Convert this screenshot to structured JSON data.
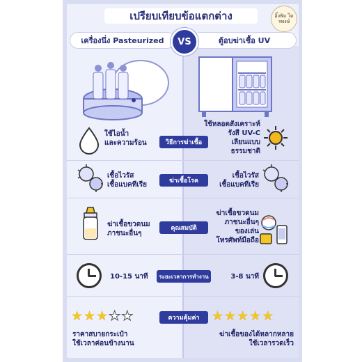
{
  "title": "เปรียบเทียบข้อแตกต่าง",
  "logo_text": "อิ๊งพิม ไตรพงษ์",
  "vs_label": "VS",
  "left_header": "เครื่องนึ่ง Pasteurized",
  "right_header": "ตู้อบฆ่าเชื้อ UV",
  "rows": [
    {
      "category": "วิธีการฆ่าเชื้อ",
      "left": [
        "ใช้ไอน้ำ",
        "และความร้อน"
      ],
      "right": [
        "ใช้หลอดสังเคราะห์",
        "รังสี UV-C",
        "เลียนแบบ",
        "ธรรมชาติ"
      ],
      "left_icon": "water-drop-icon",
      "right_icon": "sun-icon"
    },
    {
      "category": "ฆ่าเชื้อโรค",
      "left": [
        "เชื้อไวรัส",
        "เชื้อแบคทีเรีย"
      ],
      "right": [
        "เชื้อไวรัส",
        "เชื้อแบคทีเรีย"
      ],
      "left_icon": "germs-icon",
      "right_icon": "germs-icon"
    },
    {
      "category": "คุณสมบัติ",
      "left": [
        "ฆ่าเชื้อขวดนม",
        "ภาชนะอื่นๆ"
      ],
      "right": [
        "ฆ่าเชื้อขวดนม",
        "ภาชนะอื่นๆ",
        "ของเล่น",
        "โทรศัพท์มือถือ"
      ],
      "left_icon": "baby-bottle-icon",
      "right_icon": "toys-phone-icon"
    },
    {
      "category": "ระยะเวลาการทำงาน",
      "left": [
        "10-15 นาที"
      ],
      "right": [
        "3-8 นาที"
      ],
      "left_icon": "clock-icon",
      "right_icon": "clock-icon"
    },
    {
      "category": "ความคุ้มค่า",
      "left": [
        "ราคาสบายกระเป๋า",
        "ใช้เวลาค่อนข้างนาน"
      ],
      "right": [
        "ฆ่าเชื้อของได้หลากหลาย",
        "ใช้เวลารวดเร็ว"
      ],
      "left_rating": 3,
      "right_rating": 5,
      "max_rating": 5
    }
  ],
  "colors": {
    "accent": "#2f3c9e",
    "text": "#1f2466",
    "star": "#f3c623",
    "background": "#eef0fb"
  }
}
